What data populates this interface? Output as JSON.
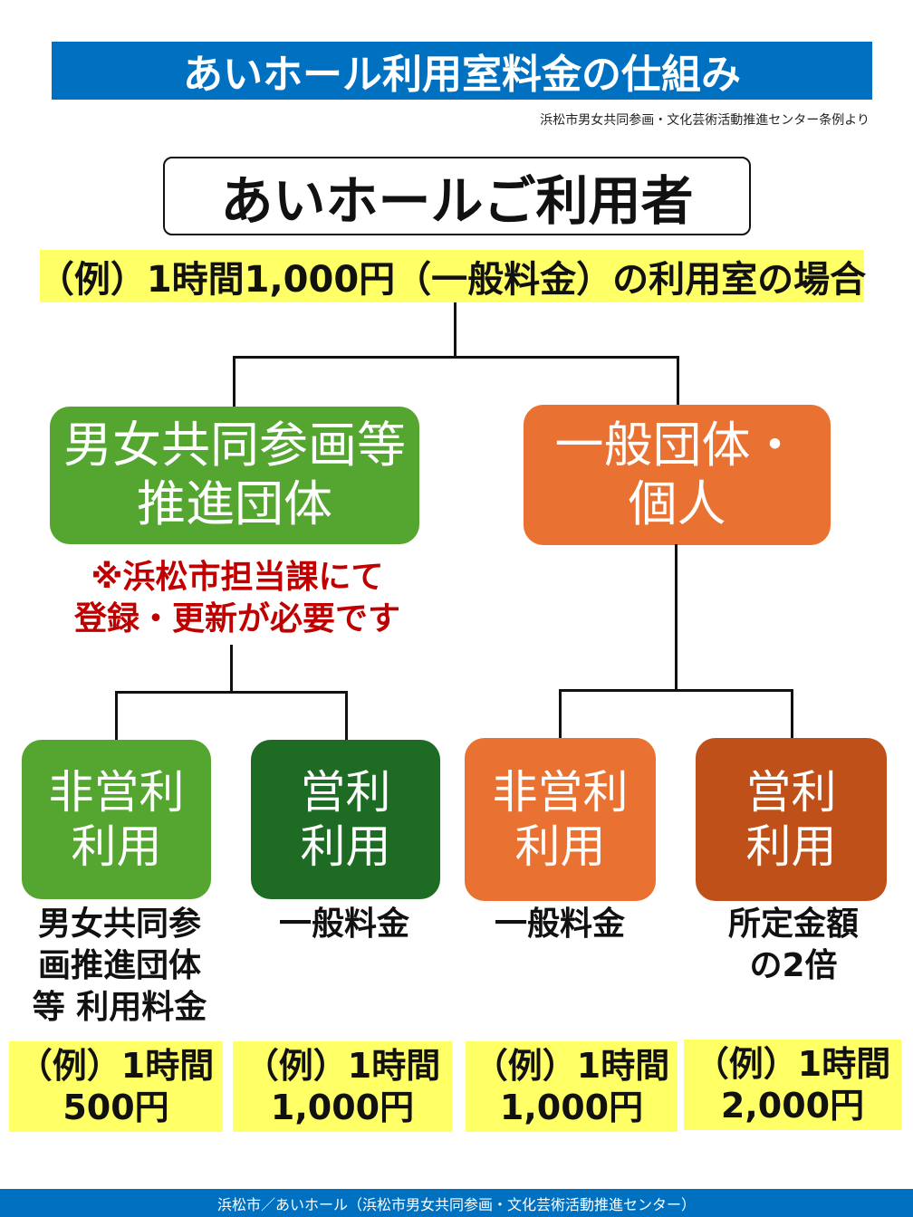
{
  "title": "あいホール利用室料金の仕組み",
  "source_note": "浜松市男女共同参画・文化芸術活動推進センター条例より",
  "root": "あいホールご利用者",
  "example": "（例）1時間1,000円（一般料金）の利用室の場合",
  "groups": [
    {
      "line1": "男女共同参画等",
      "line2": "推進団体",
      "note_line1": "※浜松市担当課にて",
      "note_line2": "登録・更新が必要です",
      "color": "#55a531"
    },
    {
      "line1": "一般団体・",
      "line2": "個人",
      "color": "#e97132"
    }
  ],
  "categories": [
    {
      "line1": "非営利",
      "line2": "利用",
      "fee": [
        "男女共同参",
        "画推進団体",
        "等 利用料金"
      ],
      "price1": "（例）1時間",
      "price2": "500円",
      "color": "#55a531"
    },
    {
      "line1": "営利",
      "line2": "利用",
      "fee": [
        "一般料金"
      ],
      "price1": "（例）1時間",
      "price2": "1,000円",
      "color": "#1e6b24"
    },
    {
      "line1": "非営利",
      "line2": "利用",
      "fee": [
        "一般料金"
      ],
      "price1": "（例）1時間",
      "price2": "1,000円",
      "color": "#e97132"
    },
    {
      "line1": "営利",
      "line2": "利用",
      "fee": [
        "所定金額",
        "の2倍"
      ],
      "price1": "（例）1時間",
      "price2": "2,000円",
      "color": "#c0501a"
    }
  ],
  "footer": "浜松市／あいホール（浜松市男女共同参画・文化芸術活動推進センター）"
}
